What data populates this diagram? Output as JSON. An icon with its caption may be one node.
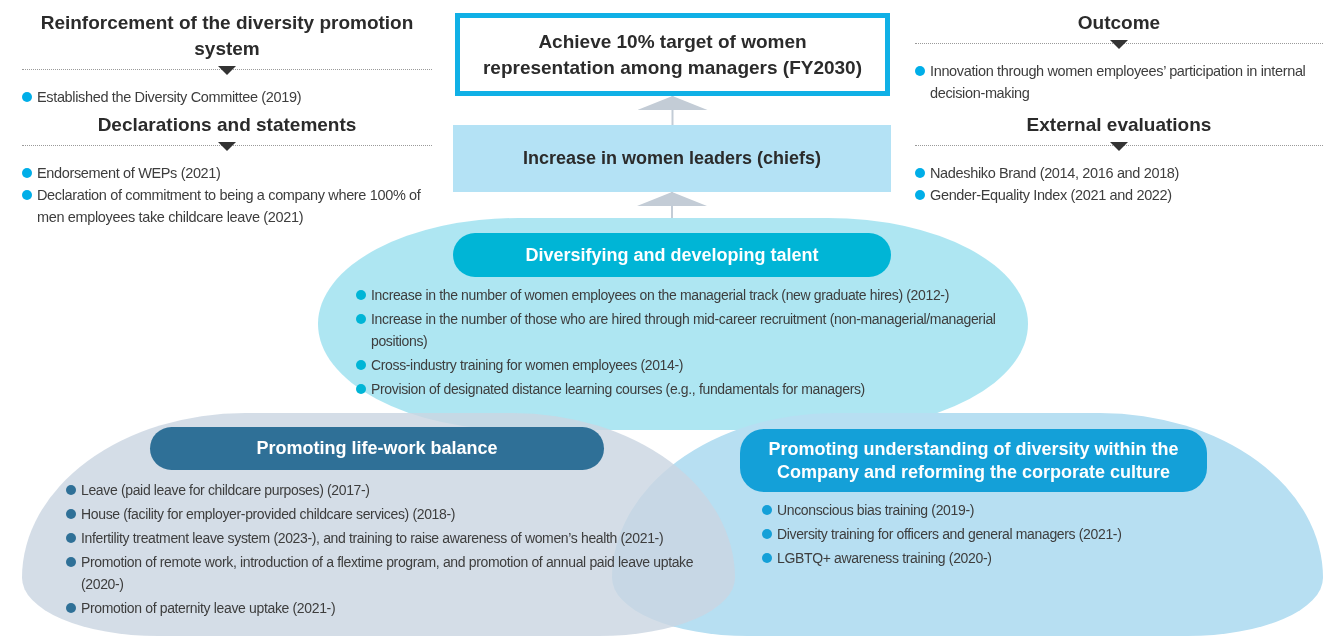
{
  "diagram": {
    "nodes": [
      {
        "text": [
          "Achieve 10% target of women representation among managers (FY2030)"
        ]
      },
      {
        "text": [
          "Increase in women leaders (chiefs)"
        ]
      },
      {
        "text": [
          "Diversifying and developing talent",
          "Increase in the number of women employees on the managerial track (new graduate hires) (2012-)",
          "Increase in the number of those who are hired through mid-career recruitment (non-managerial/managerial positions)",
          "Cross-industry training for women employees (2014-)",
          "Provision of designated distance learning courses (e.g., fundamentals for managers)"
        ]
      },
      {
        "text": [
          "Promoting life-work balance",
          "Leave (paid leave for childcare purposes) (2017-)",
          "House (facility for employer-provided childcare services) (2018-)",
          "Infertility treatment leave system (2023-), and training to raise awareness of women’s health (2021-)",
          "Promotion of remote work, introduction of a flextime program, and promotion of annual paid leave uptake (2020-)",
          "Promotion of paternity leave uptake (2021-)"
        ]
      },
      {
        "text": [
          "Promoting understanding of diversity within the Company and reforming the corporate culture",
          "Unconscious bias training (2019-)",
          "Diversity training for officers and general managers (2021-)",
          "LGBTQ+ awareness training (2020-)"
        ]
      }
    ],
    "edges": [
      {
        "from": 2,
        "to": 1,
        "arrow": "to"
      },
      {
        "from": 1,
        "to": 0,
        "arrow": "to"
      }
    ],
    "labels": [
      "Reinforcement of the diversity promotion system",
      "Established the Diversity Committee (2019)",
      "Declarations and statements",
      "Endorsement of WEPs (2021)",
      "Declaration of commitment to being a company where 100% of men employees take childcare leave (2021)",
      "Outcome",
      "Innovation through women employees’ participation in internal decision-making",
      "External evaluations",
      "Nadeshiko Brand (2014, 2016 and 2018)",
      "Gender-Equality Index (2021 and 2022)"
    ]
  }
}
